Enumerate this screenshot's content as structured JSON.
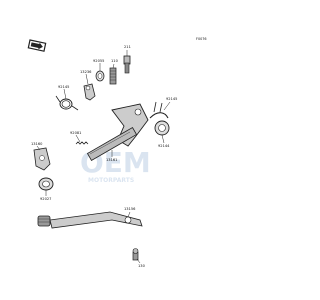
{
  "page_ref": "F0076",
  "watermark": {
    "brand": "OEM",
    "sub": "MOTORPARTS"
  },
  "parts": [
    {
      "id": "p211",
      "number": "211"
    },
    {
      "id": "p92055",
      "number": "92055"
    },
    {
      "id": "p13236",
      "number": "13236"
    },
    {
      "id": "p110",
      "number": "110"
    },
    {
      "id": "p92145a",
      "number": "92145"
    },
    {
      "id": "p92145b",
      "number": "92145"
    },
    {
      "id": "p92144",
      "number": "92144"
    },
    {
      "id": "p92081",
      "number": "92081"
    },
    {
      "id": "p13161",
      "number": "13161"
    },
    {
      "id": "p13160",
      "number": "13160"
    },
    {
      "id": "p92027",
      "number": "92027"
    },
    {
      "id": "p13156",
      "number": "13156"
    },
    {
      "id": "p130",
      "number": "130"
    }
  ]
}
